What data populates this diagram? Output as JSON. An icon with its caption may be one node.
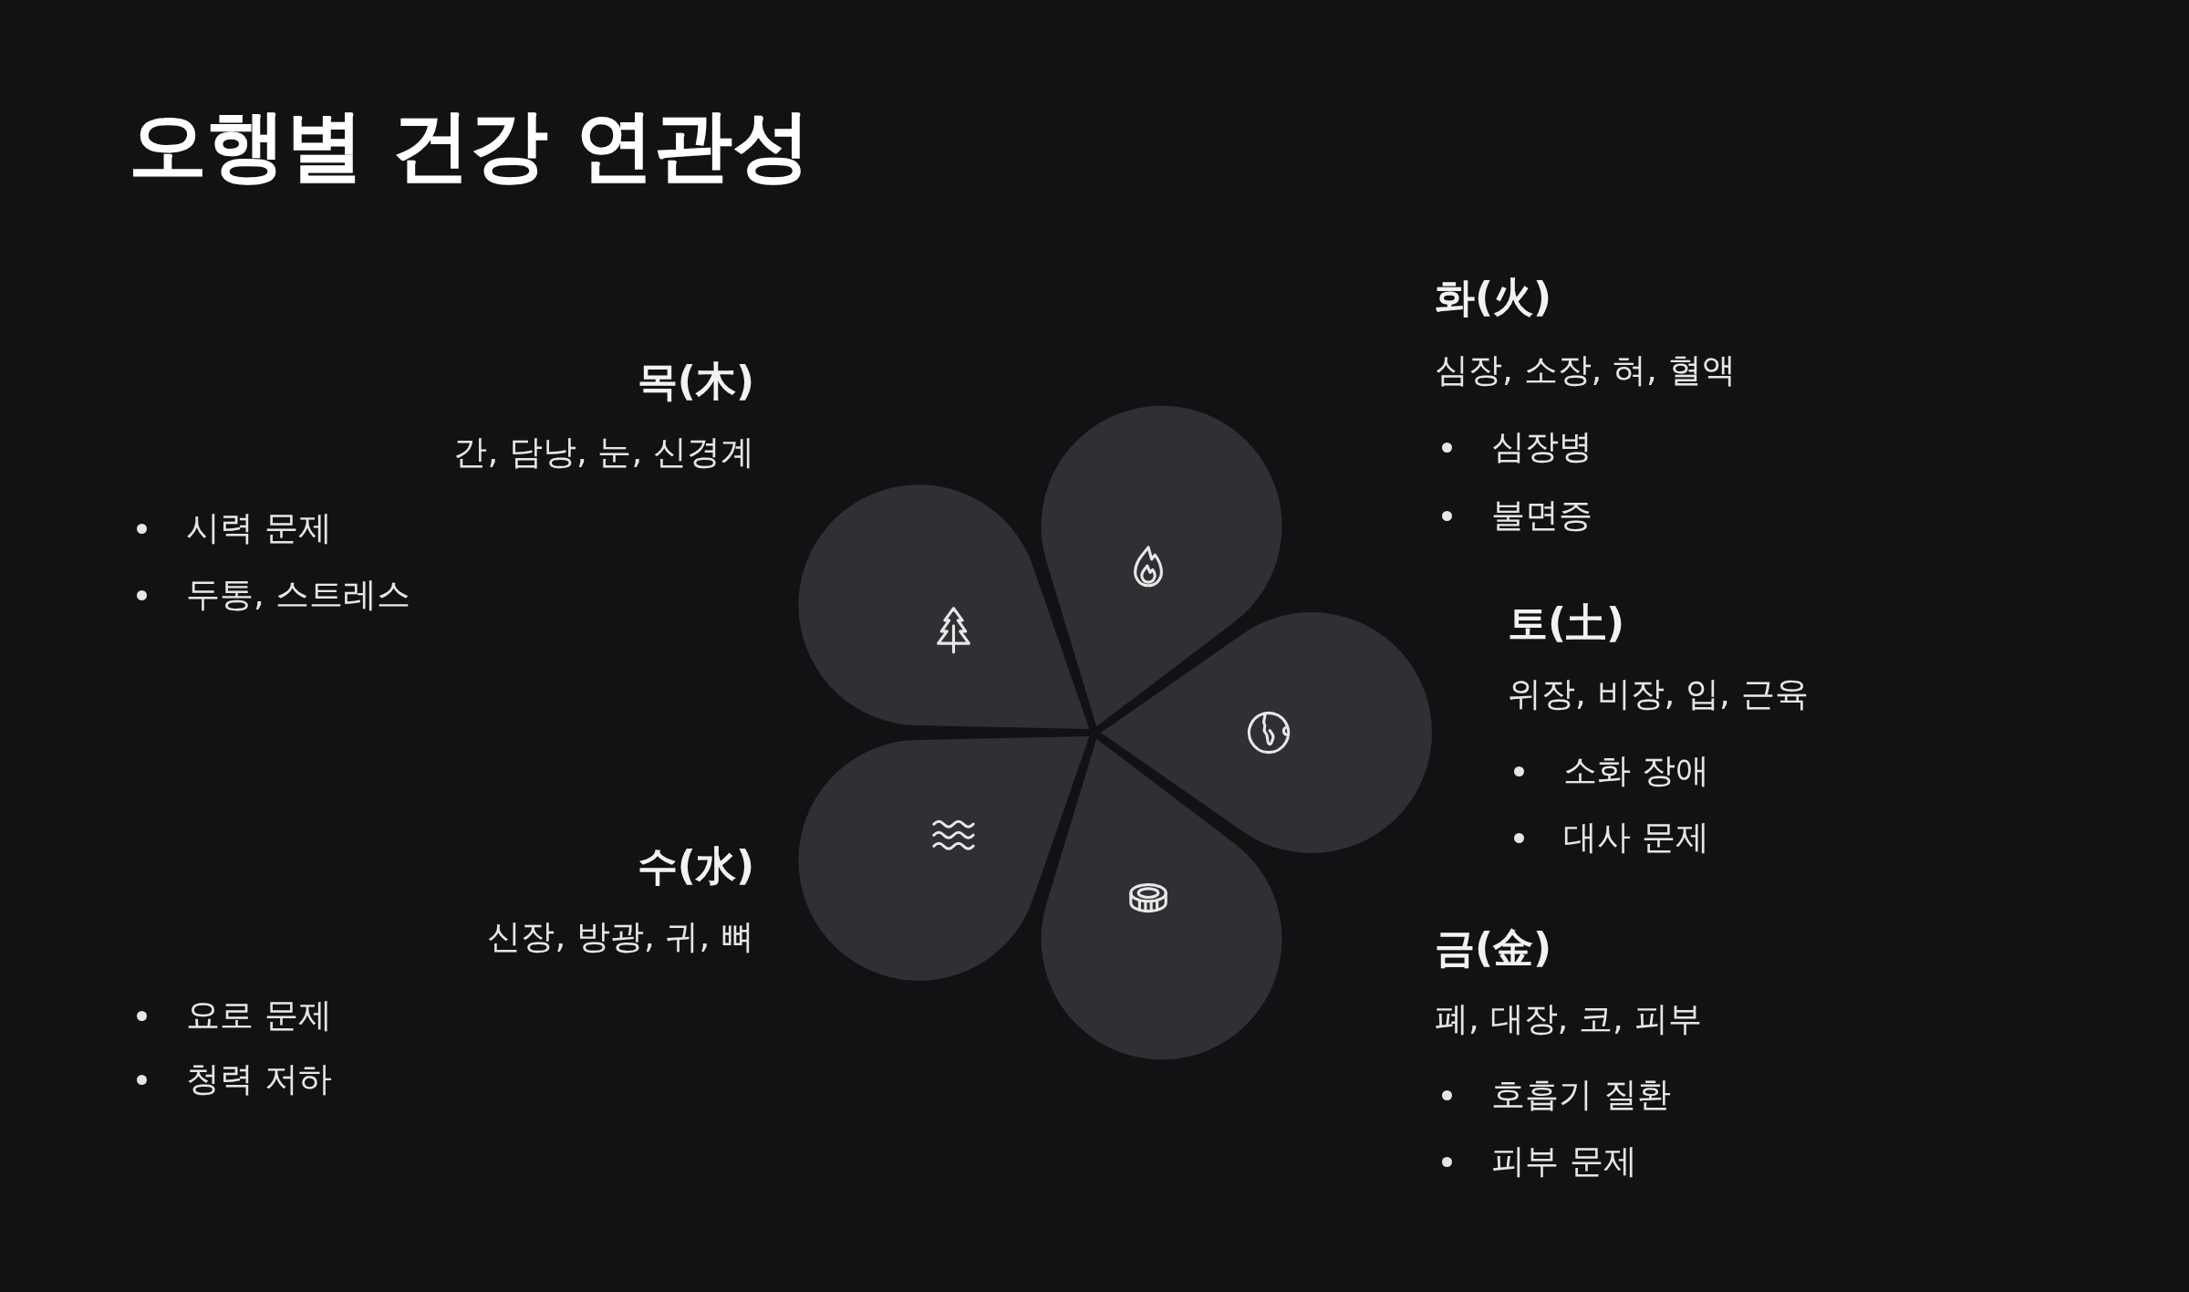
{
  "diagram": {
    "title": "오행별 건강 연관성",
    "nodes": [
      {
        "text": [],
        "shape": "petal"
      },
      {
        "text": [],
        "shape": "petal"
      },
      {
        "text": [],
        "shape": "petal"
      },
      {
        "text": [],
        "shape": "petal"
      },
      {
        "text": [],
        "shape": "petal"
      }
    ],
    "labels": [
      "목(木)",
      "간, 담낭, 눈, 신경계",
      "시력 문제",
      "두통, 스트레스",
      "화(火)",
      "심장, 소장, 혀, 혈액",
      "심장병",
      "불면증",
      "토(土)",
      "위장, 비장, 입, 근육",
      "소화 장애",
      "대사 문제",
      "수(水)",
      "신장, 방광, 귀, 뼈",
      "요로 문제",
      "청력 저하",
      "금(金)",
      "폐, 대장, 코, 피부",
      "호흡기 질환",
      "피부 문제"
    ]
  }
}
